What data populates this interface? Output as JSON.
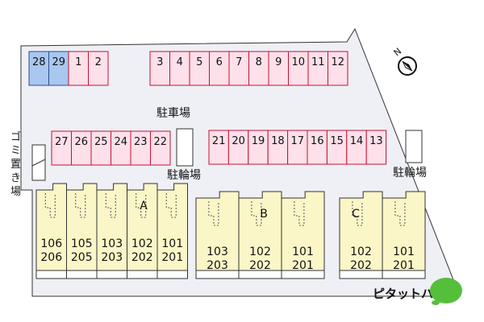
{
  "colors": {
    "lot": "#eef0f6",
    "parking_fill": "#fde0ea",
    "parking_stroke": "#c8102e",
    "parking_special_fill": "#a9c7ef",
    "parking_special_stroke": "#2b4d8c",
    "building_fill": "#fbf6c7",
    "logo_green": "#55bf3b"
  },
  "parking_top_left": [
    "28",
    "29",
    "1",
    "2"
  ],
  "parking_top_right": [
    "3",
    "4",
    "5",
    "6",
    "7",
    "8",
    "9",
    "10",
    "11",
    "12"
  ],
  "parking_mid_left": [
    "27",
    "26",
    "25",
    "24",
    "23",
    "22"
  ],
  "parking_mid_right": [
    "21",
    "20",
    "19",
    "18",
    "17",
    "16",
    "15",
    "14",
    "13"
  ],
  "labels": {
    "parking": "駐車場",
    "bicycle_left": "駐輪場",
    "bicycle_right": "駐輪場",
    "garbage": [
      "ゴ",
      "ミ",
      "置",
      "き",
      "場"
    ],
    "compass": "N",
    "logo": "ピタットハウス"
  },
  "buildings": [
    {
      "name": "A",
      "rooms": [
        {
          "top": "106",
          "bottom": "206"
        },
        {
          "top": "105",
          "bottom": "205"
        },
        {
          "top": "103",
          "bottom": "203"
        },
        {
          "top": "102",
          "bottom": "202"
        },
        {
          "top": "101",
          "bottom": "201"
        }
      ]
    },
    {
      "name": "B",
      "rooms": [
        {
          "top": "103",
          "bottom": "203"
        },
        {
          "top": "102",
          "bottom": "202"
        },
        {
          "top": "101",
          "bottom": "201"
        }
      ]
    },
    {
      "name": "C",
      "rooms": [
        {
          "top": "102",
          "bottom": "202"
        },
        {
          "top": "101",
          "bottom": "201"
        }
      ]
    }
  ]
}
